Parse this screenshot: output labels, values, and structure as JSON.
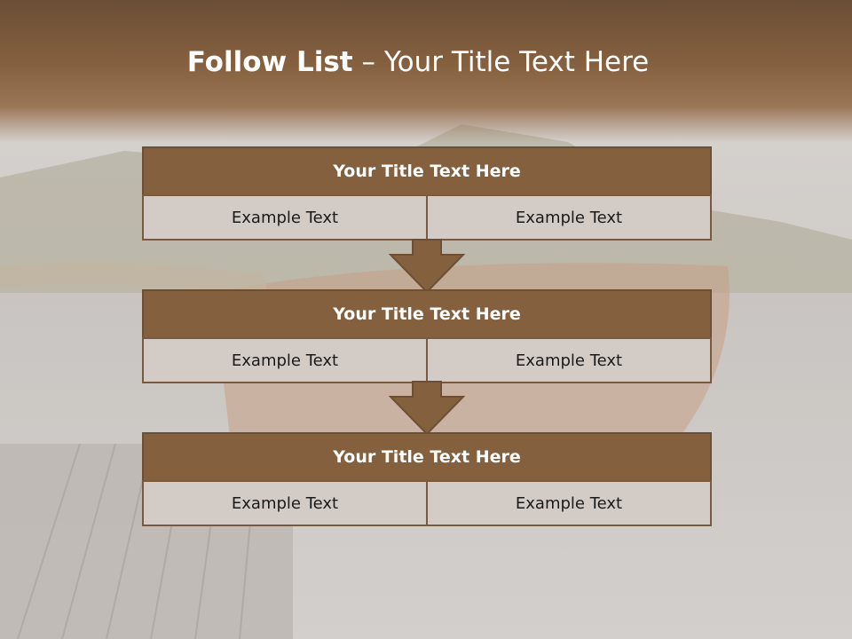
{
  "slide": {
    "title_strong": "Follow List",
    "title_rest": " – Your Title Text Here"
  },
  "blocks": [
    {
      "title": "Your Title Text Here",
      "left": "Example Text",
      "right": "Example Text"
    },
    {
      "title": "Your Title Text Here",
      "left": "Example Text",
      "right": "Example Text"
    },
    {
      "title": "Your Title Text Here",
      "left": "Example Text",
      "right": "Example Text"
    }
  ],
  "colors": {
    "header_brown": "#84603f",
    "cell_fill": "#d3cbc6",
    "text_dark": "#1a1a1a"
  }
}
